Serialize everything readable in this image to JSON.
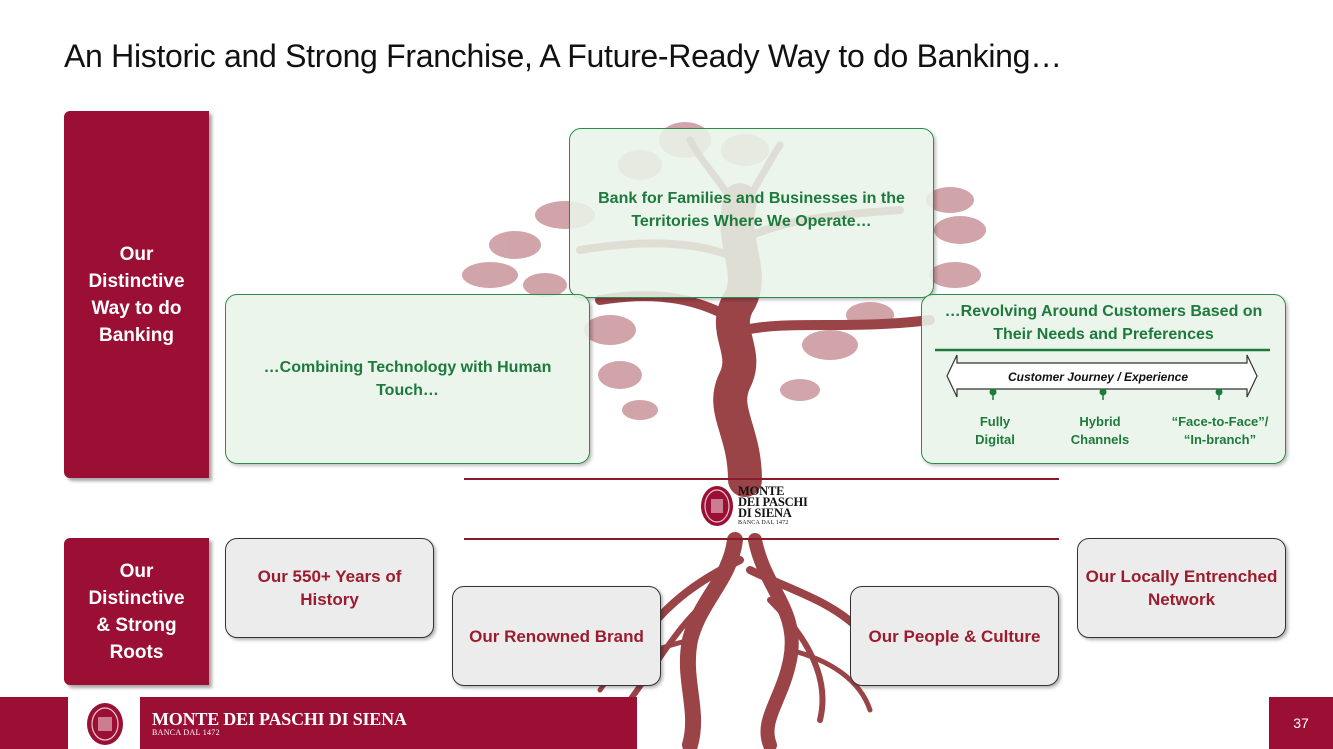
{
  "title": "An Historic and Strong Franchise, A Future-Ready Way to do Banking…",
  "side_labels": {
    "top": "Our\nDistinctive\nWay to do\nBanking",
    "bottom": "Our\nDistinctive\n& Strong\nRoots"
  },
  "green_boxes": {
    "center": "Bank for Families and Businesses in the\nTerritories Where We Operate…",
    "left": "…Combining Technology with Human\nTouch…",
    "right_title": "…Revolving Around Customers Based on\nTheir Needs and Preferences",
    "journey_label": "Customer Journey / Experience",
    "journey_items": [
      "Fully\nDigital",
      "Hybrid\nChannels",
      "“Face-to-Face”/\n“In-branch”"
    ]
  },
  "root_boxes": {
    "history": "Our 550+ Years of\nHistory",
    "brand": "Our Renowned Brand",
    "people": "Our People & Culture",
    "network": "Our Locally Entrenched\nNetwork"
  },
  "center_logo": {
    "line1": "MONTE",
    "line2": "DEI PASCHI",
    "line3": "DI SIENA",
    "line4": "BANCA DAL 1472"
  },
  "footer": {
    "name": "MONTE DEI PASCHI DI SIENA",
    "sub": "BANCA DAL 1472",
    "page_number": "37"
  },
  "colors": {
    "brand_red": "#9b0f35",
    "tree_brown": "#9a4448",
    "green_text": "#1d7a3c"
  }
}
